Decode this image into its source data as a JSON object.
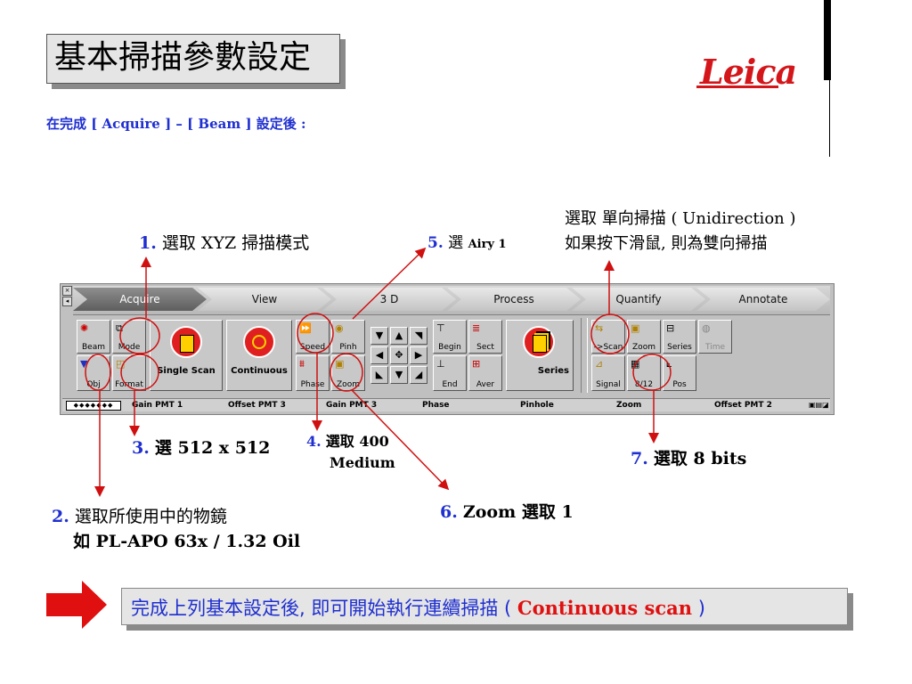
{
  "title": "基本掃描參數設定",
  "subtitle": "在完成 [ Acquire ] – [ Beam ] 設定後 :",
  "logo": "Leica",
  "tabs": [
    "Acquire",
    "View",
    "3 D",
    "Process",
    "Quantify",
    "Annotate"
  ],
  "buttons": {
    "beam": "Beam",
    "mode": "Mode",
    "obj": "Obj",
    "format": "Format",
    "single_scan": "Single Scan",
    "continuous": "Continuous",
    "speed": "Speed",
    "pinh": "Pinh",
    "phase": "Phase",
    "zoom": "Zoom",
    "begin": "Begin",
    "sect": "Sect",
    "end": "End",
    "aver": "Aver",
    "series": "Series",
    "scan": "->Scan",
    "zoom2": "Zoom",
    "series2": "Series",
    "time": "Time",
    "signal": "Signal",
    "bits": "8/12",
    "pos": "Pos"
  },
  "statusbar": [
    "Gain PMT 1",
    "Offset PMT 3",
    "Gain PMT 3",
    "Phase",
    "Pinhole",
    "Zoom",
    "Offset PMT 2"
  ],
  "annotations": {
    "a1_num": "1.",
    "a1_text": "選取 XYZ 掃描模式",
    "a2_num": "2.",
    "a2_line1": "選取所使用中的物鏡",
    "a2_line2": "如 PL-APO 63x / 1.32 Oil",
    "a3_num": "3.",
    "a3_text": "選 512 x 512",
    "a4_num": "4.",
    "a4_line1": "選取 400",
    "a4_line2": "Medium",
    "a5_num": "5.",
    "a5_text": "選 ",
    "a5_small": "Airy 1",
    "a6_num": "6.",
    "a6_text": "Zoom 選取 1",
    "a7_num": "7.",
    "a7_text": "選取 8 bits",
    "top_line1": "選取 單向掃描 ( Unidirection )",
    "top_line2": "如果按下滑鼠, 則為雙向掃描"
  },
  "banner": {
    "text": "完成上列基本設定後, 即可開始執行連續掃描 (",
    "highlight": "Continuous scan",
    "close": " )"
  }
}
